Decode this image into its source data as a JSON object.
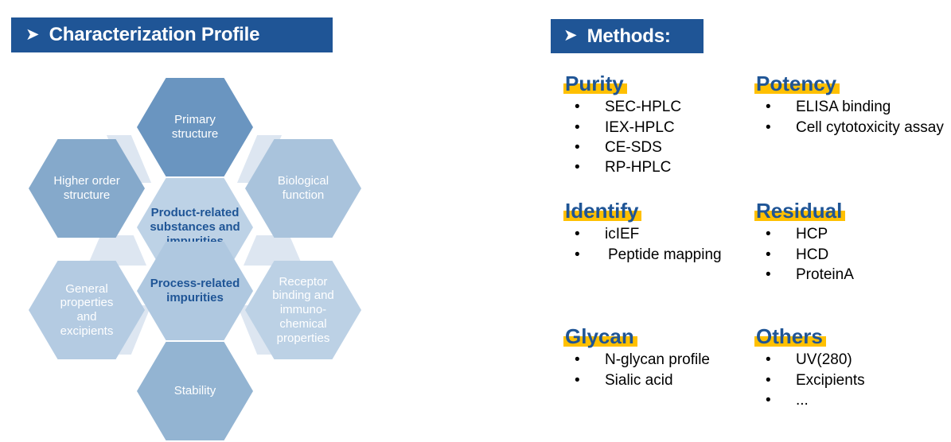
{
  "profile_panel": {
    "header": {
      "arrow_icon": "➤",
      "title": "Characterization Profile"
    },
    "hexagons": [
      {
        "key": "primary_structure",
        "label": "Primary\nstructure"
      },
      {
        "key": "higher_order",
        "label": "Higher order\nstructure"
      },
      {
        "key": "biological_function",
        "label": "Biological\nfunction"
      },
      {
        "key": "product_related",
        "label": "Product-related\nsubstances and\nimpurities"
      },
      {
        "key": "process_related",
        "label": "Process-related\nimpurities"
      },
      {
        "key": "general_properties",
        "label": "General\nproperties\nand\nexcipients"
      },
      {
        "key": "receptor_binding",
        "label": "Receptor\nbinding and\nimmuno-\nchemical\nproperties"
      },
      {
        "key": "stability",
        "label": "Stability"
      }
    ]
  },
  "methods_panel": {
    "header": {
      "arrow_icon": "➤",
      "title": "Methods:"
    },
    "groups": [
      {
        "title": "Purity",
        "items": [
          "SEC-HPLC",
          "IEX-HPLC",
          "CE-SDS",
          "RP-HPLC"
        ]
      },
      {
        "title": "Potency",
        "items": [
          "ELISA binding",
          "Cell cytotoxicity assay"
        ]
      },
      {
        "title": "Identify",
        "items": [
          "icIEF",
          "Peptide mapping"
        ]
      },
      {
        "title": "Residual",
        "items": [
          "HCP",
          "HCD",
          "ProteinA"
        ]
      },
      {
        "title": "Glycan",
        "items": [
          "N-glycan profile",
          "Sialic acid"
        ]
      },
      {
        "title": "Others",
        "items": [
          "UV(280)",
          "Excipients",
          "..."
        ]
      }
    ],
    "bullet_glyph": "•"
  },
  "colors": {
    "header_blue": "#1F5596",
    "hex_dark": "#6A95C0",
    "hex_mid": "#A9C3DC",
    "hex_light": "#BDD2E6",
    "hex_lighter": "#C9DAEA",
    "connector": "#DDE6F1",
    "highlight_yellow": "#FFC000",
    "title_blue": "#1F5596",
    "text_black": "#000000",
    "text_white": "#FFFFFF"
  }
}
